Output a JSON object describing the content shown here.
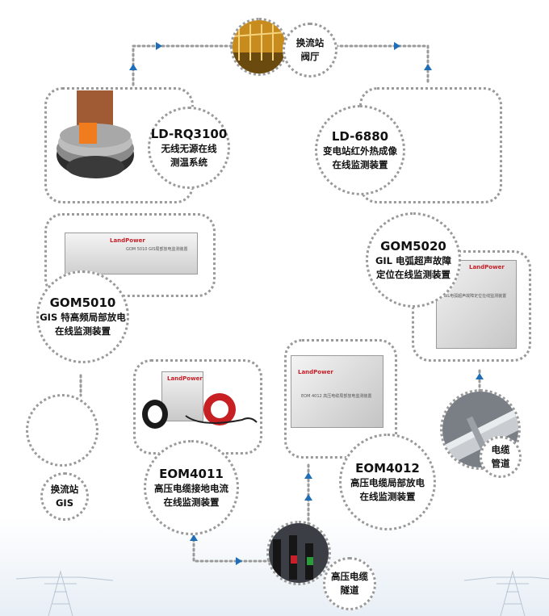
{
  "nodes": {
    "converter_hall": {
      "label_line1": "换流站",
      "label_line2": "阀厅"
    },
    "ld_rq3100": {
      "model": "LD-RQ3100",
      "desc_line1": "无线无源在线",
      "desc_line2": "测温系统"
    },
    "ld_6880": {
      "model": "LD-6880",
      "desc_line1": "变电站红外热成像",
      "desc_line2": "在线监测装置"
    },
    "gom5010": {
      "model": "GOM5010",
      "desc_line1": "GIS 特高频局部放电",
      "desc_line2": "在线监测装置",
      "device_brand": "LandPower",
      "device_caption": "GOM 5010 GIS局部放电监测装置"
    },
    "gom5020": {
      "model": "GOM5020",
      "desc_line1": "GIL 电弧超声故障",
      "desc_line2": "定位在线监测装置",
      "device_caption": "GIL电弧超声故障定位在线监测装置",
      "device_brand": "LandPower"
    },
    "converter_gis": {
      "label_line1": "换流站",
      "label_line2": "GIS"
    },
    "eom4011": {
      "model": "EOM4011",
      "desc_line1": "高压电缆接地电流",
      "desc_line2": "在线监测装置",
      "device_brand": "LandPower"
    },
    "eom4012": {
      "model": "EOM4012",
      "desc_line1": "高压电缆局部放电",
      "desc_line2": "在线监测装置",
      "device_brand": "LandPower",
      "device_caption": "EOM 4012 高压电缆局部放电监测装置"
    },
    "cable_pipe": {
      "label_line1": "电缆",
      "label_line2": "管道"
    },
    "hv_tunnel": {
      "label_line1": "高压电缆",
      "label_line2": "隧道"
    }
  },
  "colors": {
    "arrow": "#1f6fb8",
    "dotted_border": "#9a9a9a",
    "brand_red": "#c8202a"
  }
}
